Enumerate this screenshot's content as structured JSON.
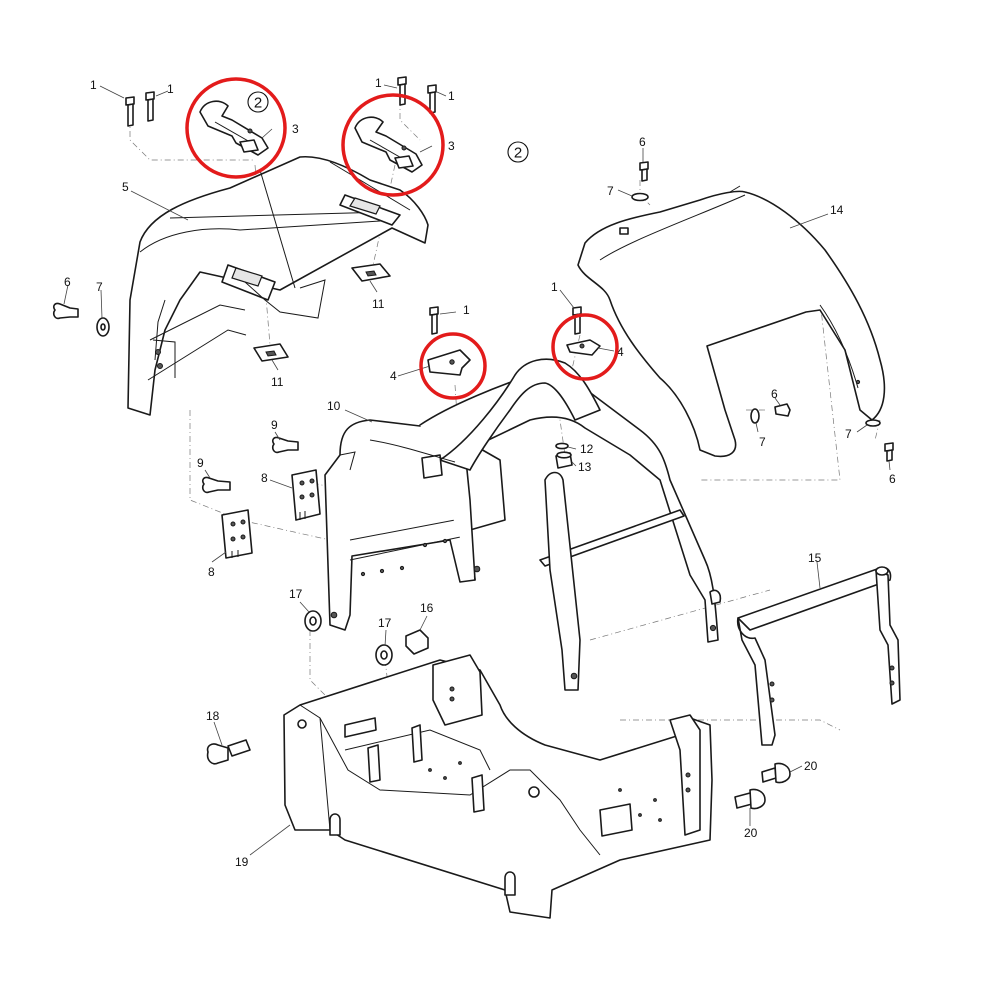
{
  "diagram": {
    "callouts": [
      {
        "id": "c1a",
        "text": "1"
      },
      {
        "id": "c1b",
        "text": "1"
      },
      {
        "id": "c1c",
        "text": "1"
      },
      {
        "id": "c1d",
        "text": "1"
      },
      {
        "id": "c1e",
        "text": "1"
      },
      {
        "id": "c1f",
        "text": "1"
      },
      {
        "id": "c3a",
        "text": "3"
      },
      {
        "id": "c3b",
        "text": "3"
      },
      {
        "id": "c4a",
        "text": "4"
      },
      {
        "id": "c4b",
        "text": "4"
      },
      {
        "id": "c5",
        "text": "5"
      },
      {
        "id": "c6a",
        "text": "6"
      },
      {
        "id": "c6b",
        "text": "6"
      },
      {
        "id": "c6c",
        "text": "6"
      },
      {
        "id": "c6d",
        "text": "6"
      },
      {
        "id": "c7a",
        "text": "7"
      },
      {
        "id": "c7b",
        "text": "7"
      },
      {
        "id": "c7c",
        "text": "7"
      },
      {
        "id": "c7d",
        "text": "7"
      },
      {
        "id": "c8a",
        "text": "8"
      },
      {
        "id": "c8b",
        "text": "8"
      },
      {
        "id": "c9a",
        "text": "9"
      },
      {
        "id": "c9b",
        "text": "9"
      },
      {
        "id": "c10",
        "text": "10"
      },
      {
        "id": "c11a",
        "text": "11"
      },
      {
        "id": "c11b",
        "text": "11"
      },
      {
        "id": "c12",
        "text": "12"
      },
      {
        "id": "c13",
        "text": "13"
      },
      {
        "id": "c14",
        "text": "14"
      },
      {
        "id": "c15",
        "text": "15"
      },
      {
        "id": "c16",
        "text": "16"
      },
      {
        "id": "c17a",
        "text": "17"
      },
      {
        "id": "c17b",
        "text": "17"
      },
      {
        "id": "c18",
        "text": "18"
      },
      {
        "id": "c19",
        "text": "19"
      },
      {
        "id": "c20a",
        "text": "20"
      },
      {
        "id": "c20b",
        "text": "20"
      }
    ],
    "circled_labels": [
      "2",
      "2"
    ],
    "highlight_color": "#e31b1b",
    "line_color": "#1a1a1a"
  }
}
